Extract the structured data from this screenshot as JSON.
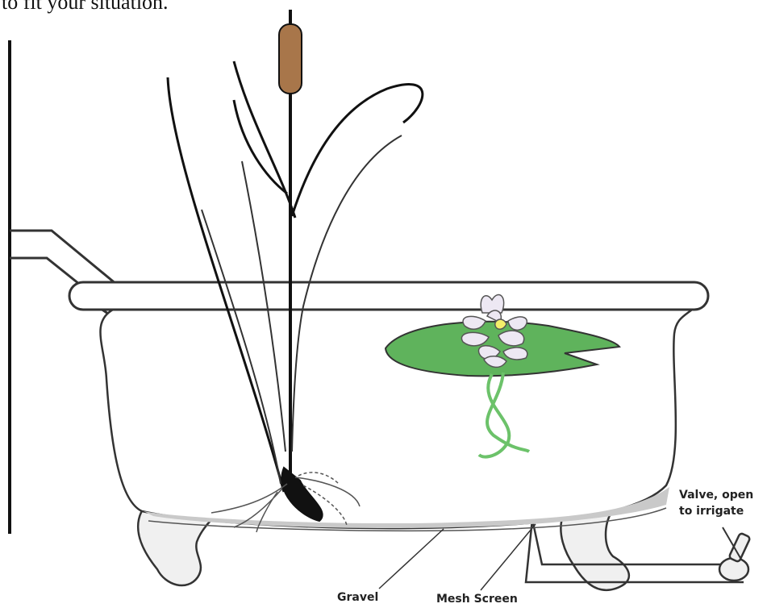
{
  "header": {
    "caption_fragment": "to fit your situation."
  },
  "labels": {
    "valve_line1": "Valve, open",
    "valve_line2": "to irrigate",
    "gravel": "Gravel",
    "mesh": "Mesh Screen"
  },
  "colors": {
    "outline": "#1a1a1a",
    "cattail_head": "#a8764a",
    "lily_pad": "#5fb35c",
    "lily_stem": "#6cc26a",
    "flower": "#ede8f3",
    "flower_center": "#f3ef6a",
    "gravel": "#c9c9c9",
    "leg": "#f0f0f0"
  },
  "icons": {
    "cattail": "cattail-icon",
    "water-lily": "water-lily-icon",
    "valve": "valve-icon"
  }
}
